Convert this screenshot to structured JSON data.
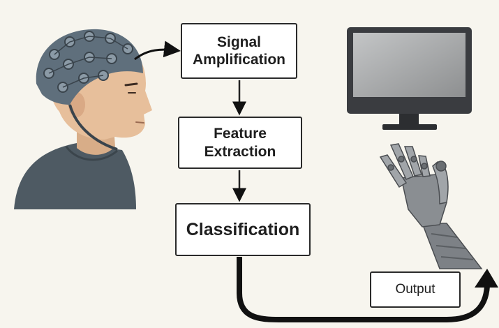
{
  "steps": {
    "amplification": {
      "line1": "Signal",
      "line2": "Amplification"
    },
    "feature": {
      "line1": "Feature",
      "line2": "Extraction"
    },
    "classification": {
      "label": "Classification"
    },
    "output": {
      "label": "Output"
    }
  },
  "colors": {
    "background": "#f7f5ee",
    "box_border": "#2a2a2a",
    "arrow": "#111111",
    "shirt": "#4e5a63",
    "cap": "#5f6f7c",
    "skin": "#e7bf9b",
    "monitor_frame": "#3a3c40",
    "monitor_screen": "#9c9fa1",
    "robot_metal": "#8a8e92"
  },
  "icons": [
    "eeg-cap-person-illustration",
    "computer-monitor-icon",
    "robotic-hand-illustration"
  ]
}
